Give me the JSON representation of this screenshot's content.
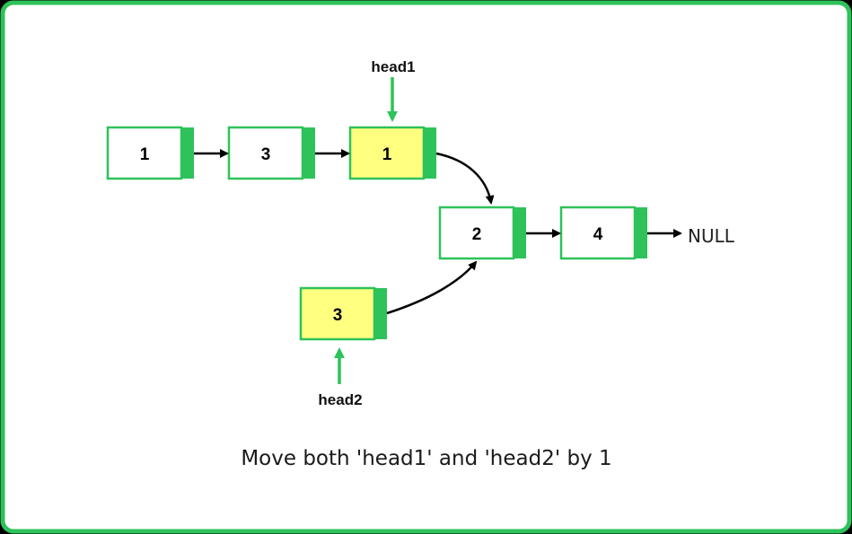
{
  "colors": {
    "accent": "#2ec25a",
    "highlight": "#ffff80",
    "node_fill": "#ffffff",
    "arrow": "#000000",
    "text": "#222222"
  },
  "list1": {
    "nodes": [
      {
        "value": "1",
        "highlighted": false
      },
      {
        "value": "3",
        "highlighted": false
      },
      {
        "value": "1",
        "highlighted": true
      }
    ]
  },
  "shared": {
    "nodes": [
      {
        "value": "2",
        "highlighted": false
      },
      {
        "value": "4",
        "highlighted": false
      }
    ],
    "terminator": "NULL"
  },
  "list2": {
    "nodes": [
      {
        "value": "3",
        "highlighted": true
      }
    ]
  },
  "pointers": {
    "head1": "head1",
    "head2": "head2"
  },
  "caption": "Move both 'head1' and 'head2' by 1"
}
